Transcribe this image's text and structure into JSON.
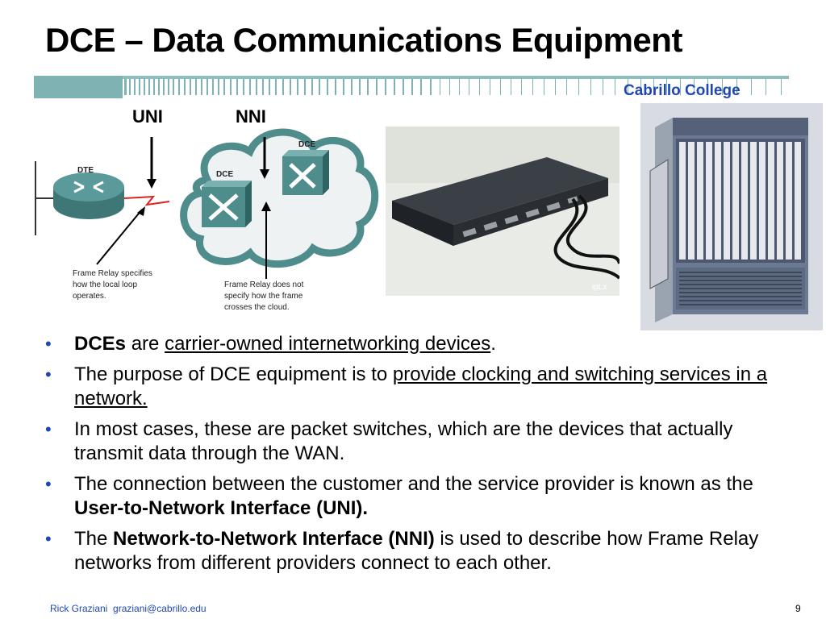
{
  "slide": {
    "title": "DCE – Data Communications Equipment",
    "college": "Cabrillo College",
    "page_number": "9"
  },
  "diagram": {
    "uni_label": "UNI",
    "nni_label": "NNI",
    "dte_label": "DTE",
    "dce_label_1": "DCE",
    "dce_label_2": "DCE",
    "caption_left": [
      "Frame Relay specifies",
      "how the local loop",
      "operates."
    ],
    "caption_right": [
      "Frame Relay does not",
      "specify how the frame",
      "crosses the cloud."
    ]
  },
  "photos": {
    "photo1_watermark": "ipLx"
  },
  "bullets": [
    {
      "parts": [
        {
          "text": "DCEs",
          "style": "bold"
        },
        {
          "text": " are ",
          "style": "plain"
        },
        {
          "text": "carrier-owned internetworking devices",
          "style": "underline"
        },
        {
          "text": ".",
          "style": "plain"
        }
      ]
    },
    {
      "parts": [
        {
          "text": "The purpose of DCE equipment is to ",
          "style": "plain"
        },
        {
          "text": "provide clocking and switching services in a network.",
          "style": "underline"
        }
      ]
    },
    {
      "parts": [
        {
          "text": "In most cases, these are packet switches, which are the devices that actually transmit data through the WAN.",
          "style": "plain"
        }
      ]
    },
    {
      "parts": [
        {
          "text": "The connection between the customer and the service provider is known as the ",
          "style": "plain"
        },
        {
          "text": "User-to-Network Interface (UNI).",
          "style": "bold"
        }
      ]
    },
    {
      "parts": [
        {
          "text": "The ",
          "style": "plain"
        },
        {
          "text": "Network-to-Network Interface (NNI)",
          "style": "bold"
        },
        {
          "text": " is used to describe how Frame Relay networks from different providers connect to each other.",
          "style": "plain"
        }
      ]
    }
  ],
  "footer": {
    "author": "Rick Graziani",
    "email": "graziani@cabrillo.edu"
  },
  "colors": {
    "accent_blue": "#1f48b4",
    "teal": "#4f8c8c",
    "band_stripes": "#7fb3b3"
  }
}
